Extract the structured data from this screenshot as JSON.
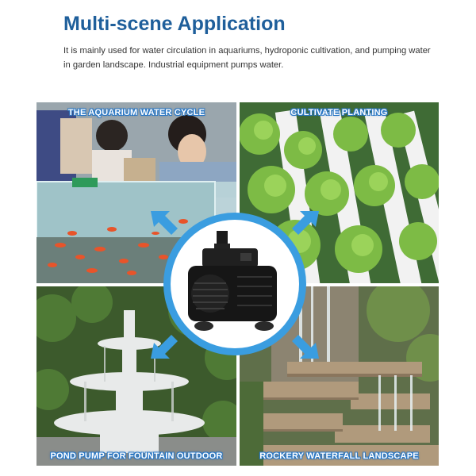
{
  "header": {
    "title": "Multi-scene Application",
    "description": "It is mainly used for water circulation in aquariums, hydroponic cultivation, and pumping water in garden landscape. Industrial equipment pumps water."
  },
  "panels": {
    "aquarium": {
      "caption": "THE AQUARIUM WATER CYCLE",
      "icon": "aquarium-photo"
    },
    "planting": {
      "caption": "CULTIVATE PLANTING",
      "icon": "hydroponic-lettuce-photo"
    },
    "fountain": {
      "caption": "POND PUMP FOR FOUNTAIN OUTDOOR",
      "icon": "fountain-photo"
    },
    "waterfall": {
      "caption": "ROCKERY WATERFALL LANDSCAPE",
      "icon": "rock-waterfall-photo"
    }
  },
  "product": {
    "icon": "submersible-pump"
  },
  "colors": {
    "title": "#1f5f9b",
    "accent": "#3a9de0",
    "caption_outline": "#2a78c6"
  }
}
